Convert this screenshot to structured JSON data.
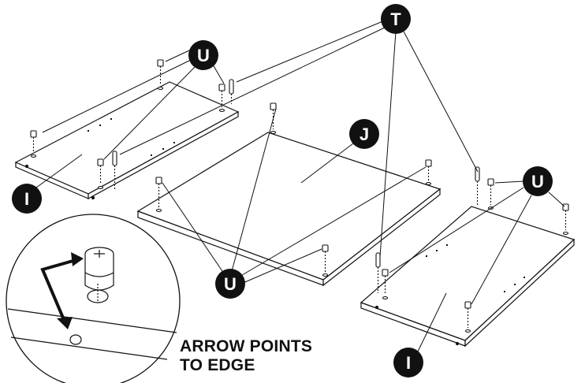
{
  "labels": {
    "t": "T",
    "j": "J",
    "u_top_left": "U",
    "u_bottom_center": "U",
    "u_right": "U",
    "i_left": "I",
    "i_right": "I"
  },
  "note": {
    "line1": "ARROW POINTS",
    "line2": "TO EDGE"
  },
  "colors": {
    "ink": "#111111",
    "paper": "#ffffff"
  }
}
